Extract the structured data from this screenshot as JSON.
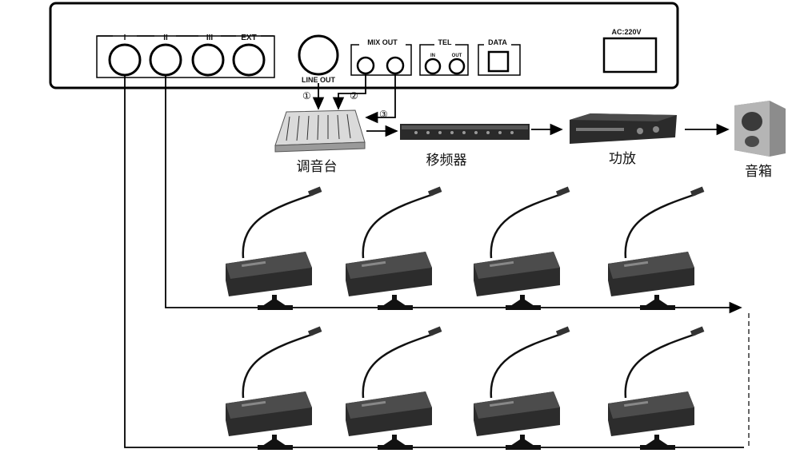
{
  "control_unit": {
    "channels": [
      "I",
      "II",
      "III",
      "EXT"
    ],
    "line_out": "LINE OUT",
    "mix_out": "MIX OUT",
    "tel": "TEL",
    "tel_in": "IN",
    "tel_out": "OUT",
    "data": "DATA",
    "ac": "AC:220V"
  },
  "markers": [
    "①",
    "②",
    "③"
  ],
  "devices": {
    "mixer": "调音台",
    "shifter": "移频器",
    "amplifier": "功放",
    "speaker": "音箱"
  }
}
